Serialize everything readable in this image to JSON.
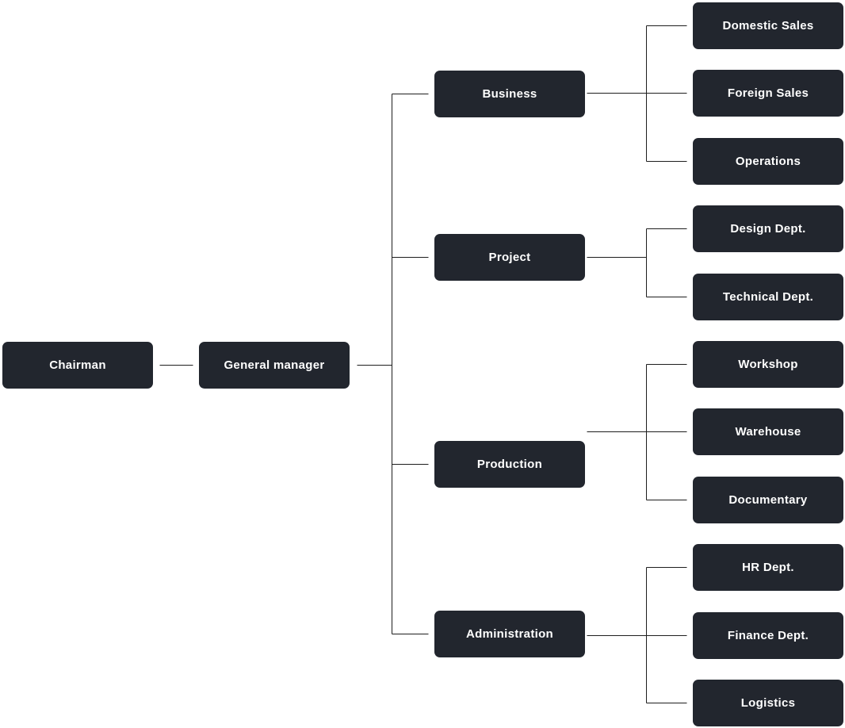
{
  "diagram": {
    "type": "org-chart",
    "background_color": "#ffffff",
    "node_fill_color": "#22262e",
    "node_text_color": "#ffffff",
    "connector_color": "#1e1e1e",
    "nodes": [
      {
        "id": "chairman",
        "label": "Chairman",
        "parent": null
      },
      {
        "id": "general-manager",
        "label": "General manager",
        "parent": "chairman"
      },
      {
        "id": "business",
        "label": "Business",
        "parent": "general-manager"
      },
      {
        "id": "project",
        "label": "Project",
        "parent": "general-manager"
      },
      {
        "id": "production",
        "label": "Production",
        "parent": "general-manager"
      },
      {
        "id": "administration",
        "label": "Administration",
        "parent": "general-manager"
      },
      {
        "id": "domestic-sales",
        "label": "Domestic Sales",
        "parent": "business"
      },
      {
        "id": "foreign-sales",
        "label": "Foreign Sales",
        "parent": "business"
      },
      {
        "id": "operations",
        "label": "Operations",
        "parent": "business"
      },
      {
        "id": "design-dept",
        "label": "Design Dept.",
        "parent": "project"
      },
      {
        "id": "technical-dept",
        "label": "Technical Dept.",
        "parent": "project"
      },
      {
        "id": "workshop",
        "label": "Workshop",
        "parent": "production"
      },
      {
        "id": "warehouse",
        "label": "Warehouse",
        "parent": "production"
      },
      {
        "id": "documentary",
        "label": "Documentary",
        "parent": "production"
      },
      {
        "id": "hr-dept",
        "label": "HR Dept.",
        "parent": "administration"
      },
      {
        "id": "finance-dept",
        "label": "Finance Dept.",
        "parent": "administration"
      },
      {
        "id": "logistics",
        "label": "Logistics",
        "parent": "administration"
      }
    ]
  }
}
